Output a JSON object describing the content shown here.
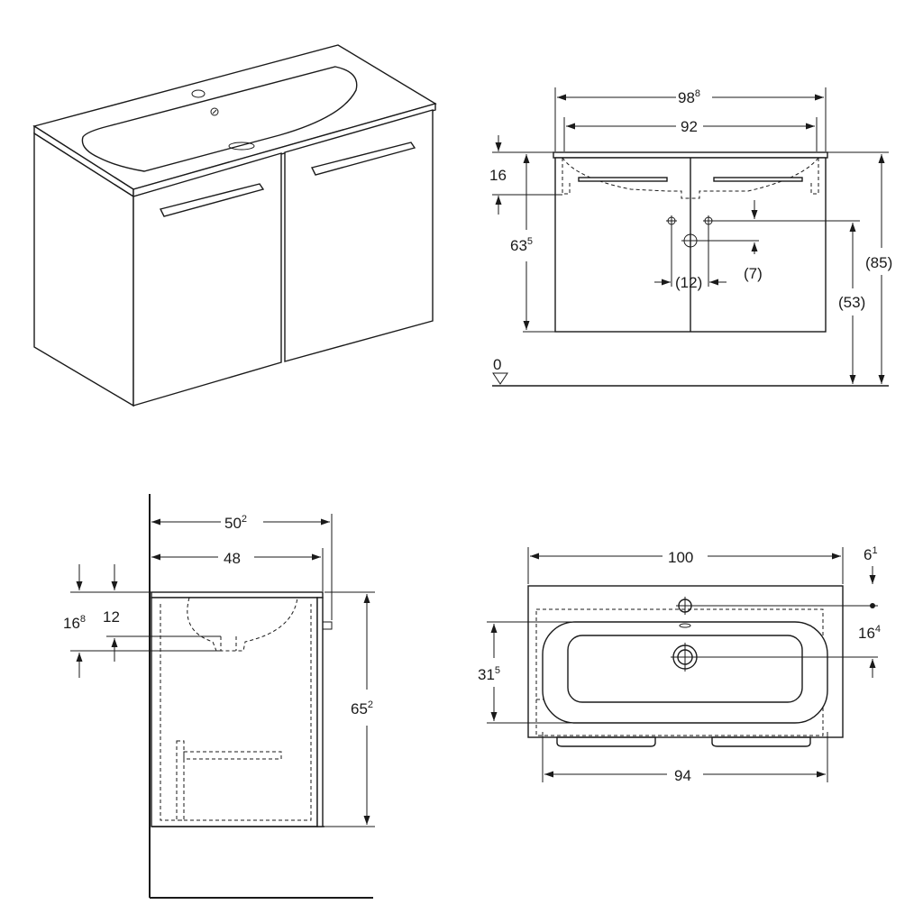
{
  "front_view": {
    "width_total": {
      "main": "98",
      "sup": "8"
    },
    "width_inner": "92",
    "top_offset": "16",
    "body_height": {
      "main": "63",
      "sup": "5"
    },
    "total_height": "(85)",
    "drain_height": "(53)",
    "drain_spacing": "(12)",
    "drain_drop": "(7)",
    "floor_label": "0"
  },
  "side_view": {
    "depth_total": {
      "main": "50",
      "sup": "2"
    },
    "depth_inner": "48",
    "basin_depth": {
      "main": "16",
      "sup": "8"
    },
    "drain_depth": "12",
    "body_height": {
      "main": "65",
      "sup": "2"
    }
  },
  "top_view": {
    "width": "100",
    "tap_offset": {
      "main": "6",
      "sup": "1"
    },
    "tap_to_drain": {
      "main": "16",
      "sup": "4"
    },
    "bowl_depth": {
      "main": "31",
      "sup": "5"
    },
    "inner_width": "94"
  }
}
